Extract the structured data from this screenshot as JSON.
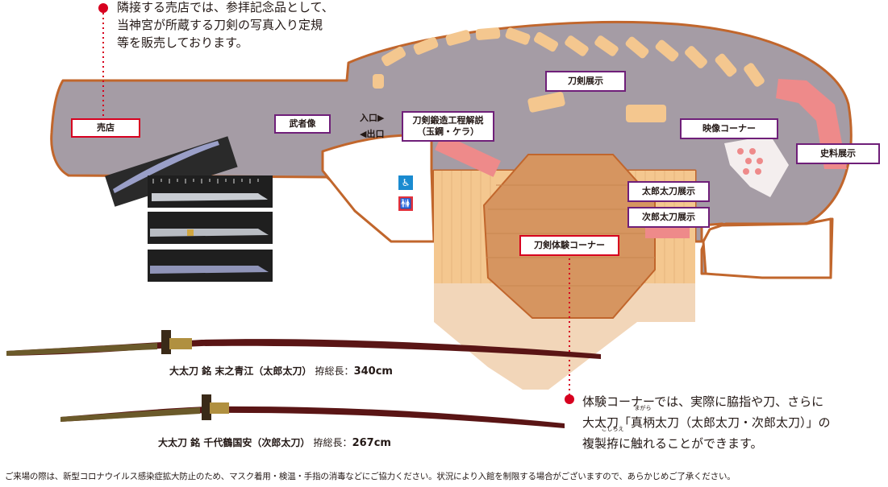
{
  "shop_note": {
    "lines": [
      "隣接する売店では、参拝記念品として、",
      "当神宮が所蔵する刀剣の写真入り定規",
      "等を販売しております。"
    ]
  },
  "map_labels": {
    "shop": "売店",
    "warrior_statue": "武者像",
    "entrance": "入口▶",
    "exit": "◀出口",
    "forging_line1": "刀剣鍛造工程解説",
    "forging_line2": "（玉鋼・ケラ）",
    "sword_exhibit": "刀剣展示",
    "video_corner": "映像コーナー",
    "historical_exhibit": "史料展示",
    "taro_exhibit": "太郎太刀展示",
    "jiro_exhibit": "次郎太刀展示",
    "experience_corner": "刀剣体験コーナー"
  },
  "icons": {
    "accessible": "wheelchair-icon",
    "restroom": "restroom-icon"
  },
  "swords": [
    {
      "name": "大太刀 銘 末之青江（太郎太刀）",
      "length_label": "拵総長：",
      "length_value": "340cm"
    },
    {
      "name": "大太刀 銘 千代鶴国安（次郎太刀）",
      "length_label": "拵総長：",
      "length_value": "267cm"
    }
  ],
  "experience_note": {
    "line1": "体験コーナーでは、実際に脇指や刀、さらに",
    "line2_pre": "大太刀「",
    "line2_ruby_base": "真柄",
    "line2_ruby_text": "まがら",
    "line2_post": "太刀（太郎太刀・次郎太刀）」の",
    "line3_pre": "複製",
    "line3_ruby_base": "拵",
    "line3_ruby_text": "こしらえ",
    "line3_post": "に触れることができます。"
  },
  "footer": "ご来場の際は、新型コロナウイルス感染症拡大防止のため、マスク着用・検温・手指の消毒などにご協力ください。状況により入館を制限する場合がございますので、あらかじめご了承ください。",
  "colors": {
    "floor": "#a59ca5",
    "outline": "#c1662c",
    "pink": "#ee8a8a",
    "tan": "#f4c78f",
    "peach": "#f2d6b9",
    "brown": "#d69560",
    "purple": "#6f1f79",
    "red": "#d7001f",
    "accessible_blue": "#1a8bd0",
    "restroom_red": "#e2303b"
  }
}
